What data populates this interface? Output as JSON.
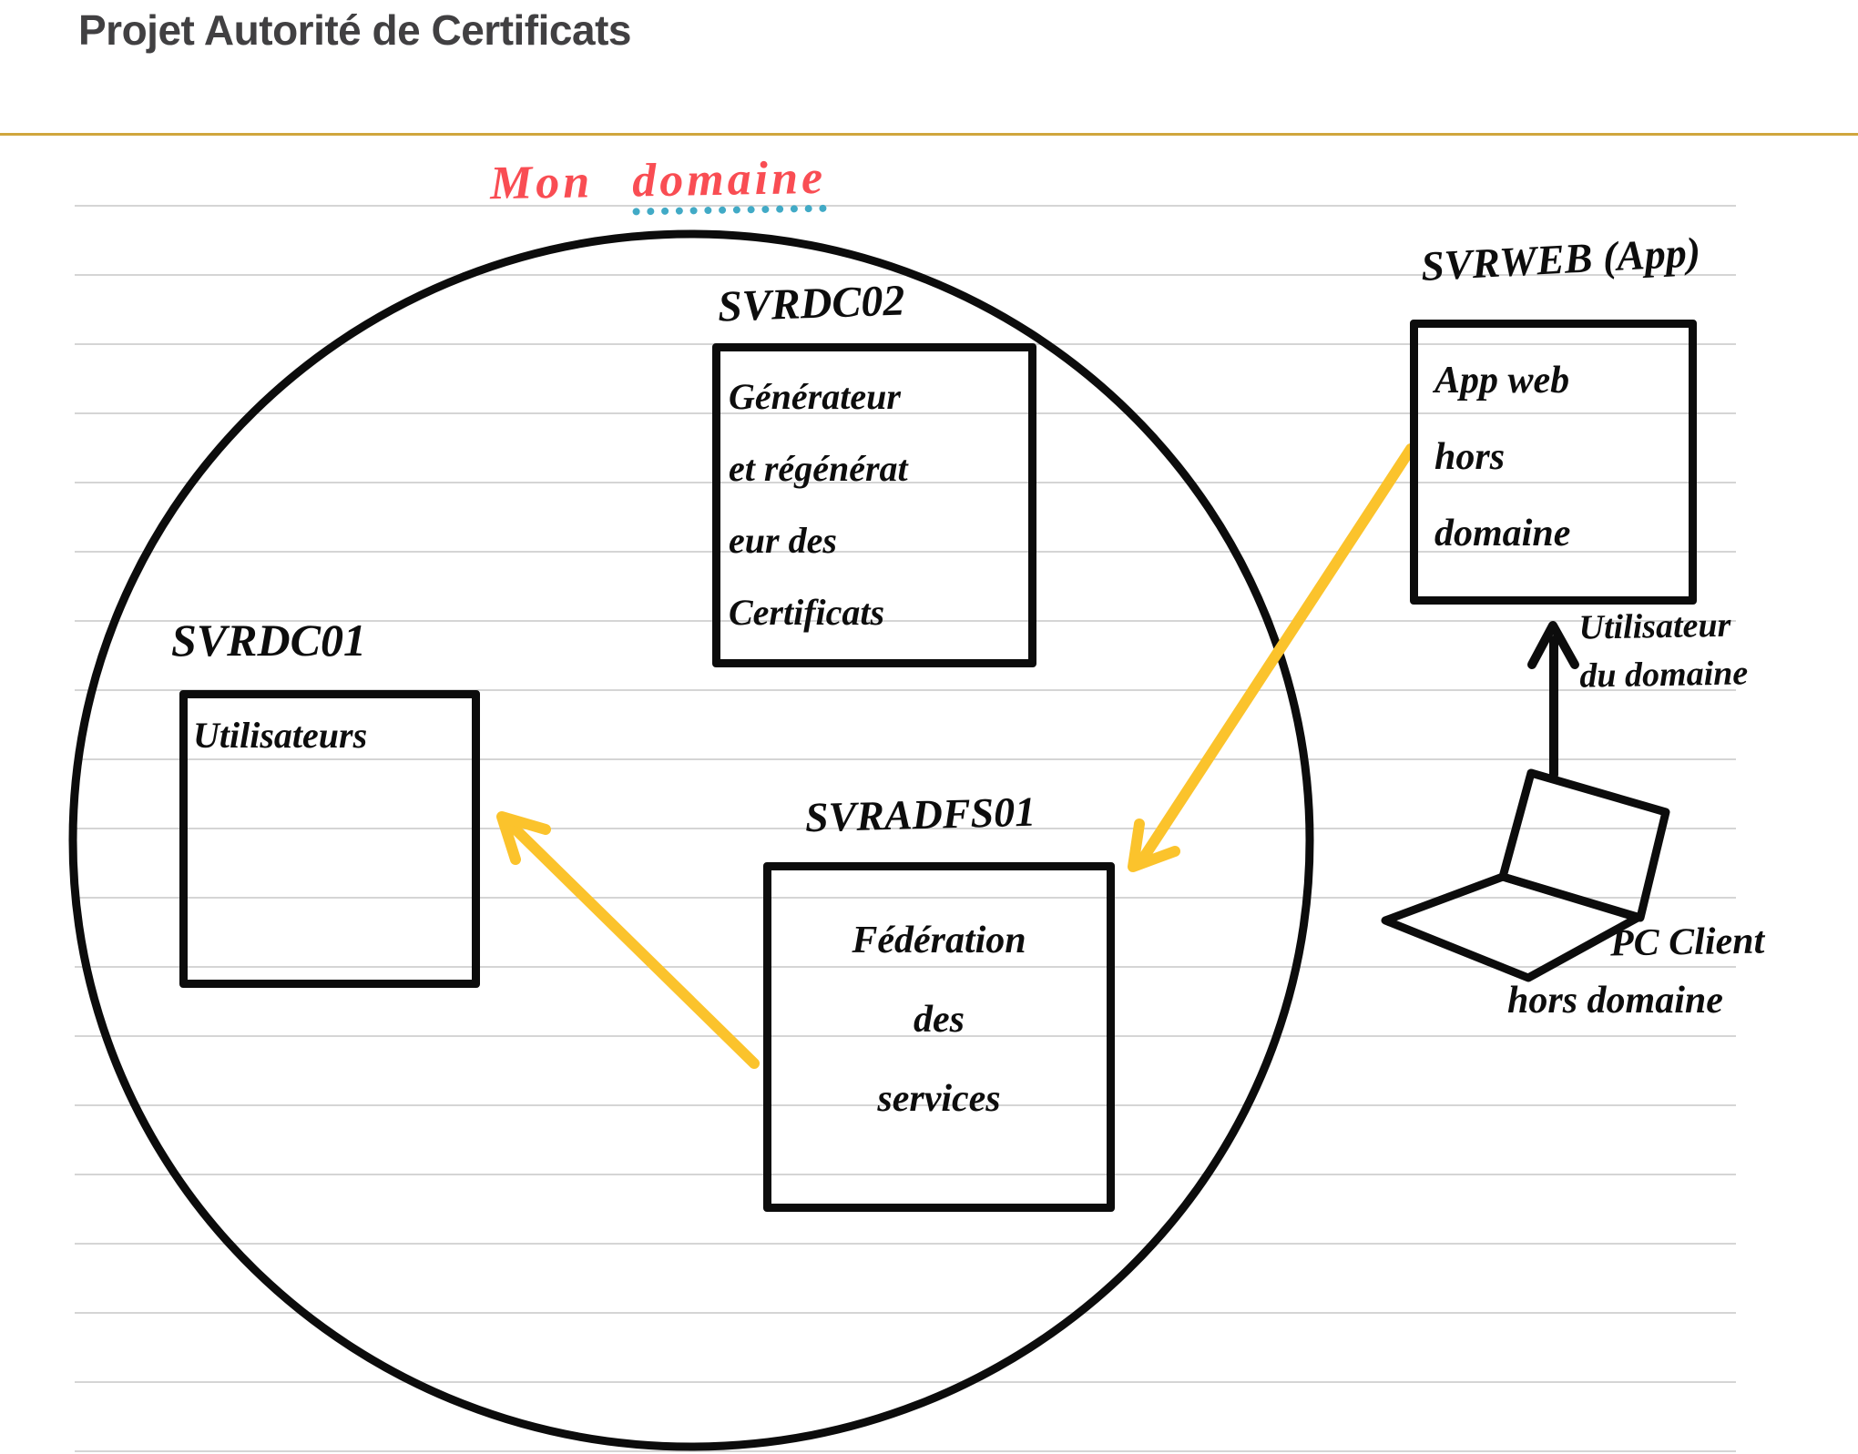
{
  "header": {
    "title": "Projet Autorité de Certificats"
  },
  "diagram": {
    "domain": {
      "word1": "Mon",
      "word2": "domaine"
    },
    "nodes": {
      "svrdc02": {
        "label": "SVRDC02",
        "lines": [
          "Générateur",
          "et régénérat",
          "eur des",
          "Certificats"
        ]
      },
      "svrdc01": {
        "label": "SVRDC01",
        "lines": [
          "Utilisateurs"
        ]
      },
      "svradfs01": {
        "label": "SVRADFS01",
        "lines": [
          "Fédération",
          "des",
          "services"
        ]
      },
      "svrweb": {
        "label": "SVRWEB (App)",
        "lines": [
          "App web",
          "hors",
          "domaine"
        ]
      }
    },
    "notes": {
      "user": [
        "Utilisateur",
        "du domaine"
      ],
      "pc": [
        "PC Client",
        "hors domaine"
      ]
    }
  },
  "colors": {
    "ink": "#0c0c0c",
    "handwriting_red": "#f94d53",
    "underline_teal": "#41aac6",
    "arrow_yellow": "#fbc32c",
    "gold_divider": "#d0a63d",
    "ruled_line": "#d5d5d5",
    "title_gray": "#414042"
  }
}
